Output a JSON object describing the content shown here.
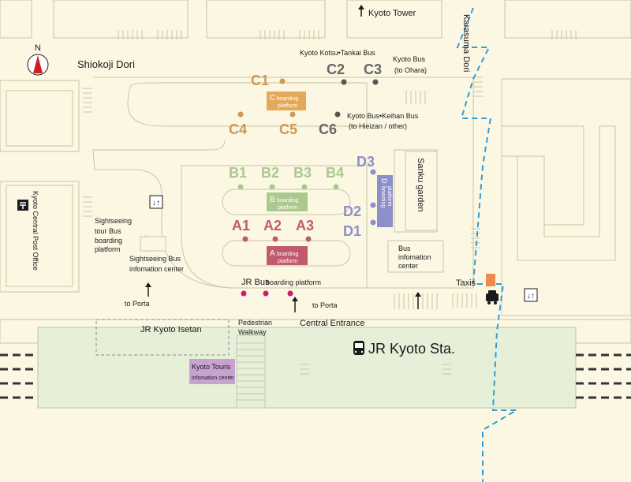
{
  "streets": {
    "shiokoji": "Shiokoji Dori",
    "karasuma": "Karasuma Dori"
  },
  "landmarks": {
    "kyoto_tower": "Kyoto Tower",
    "post_office": "Kyoto Central Post Office",
    "sanku_garden": "Sanku garden",
    "jr_kyoto_isetan": "JR Kyoto Isetan",
    "jr_kyoto_sta": "JR Kyoto Sta.",
    "central_entrance": "Central Entrance",
    "pedestrian_1": "Pedestrian",
    "pedestrian_2": "Walkway",
    "taxis": "Taxis",
    "to_porta_left": "to Porta",
    "to_porta_right": "to Porta"
  },
  "compass": {
    "label": "N"
  },
  "bus_notes": {
    "kotsu_tankai": "Kyoto Kotsu•Tankai Bus",
    "kyoto_bus_1": "Kyoto Bus",
    "to_ohara": "(to Ohara)",
    "kyoto_keihan": "Kyoto Bus•Keihan Bus",
    "to_hieizan": "(to Hieizan / other)",
    "sightseeing_1": "Sightseeing",
    "sightseeing_2": "tour Bus",
    "sightseeing_3": "boarding",
    "sightseeing_4": "platform",
    "sightseeing_info_1": "Sightseeing Bus",
    "sightseeing_info_2": "infomation center",
    "bus_info_1": "Bus",
    "bus_info_2": "infomation",
    "bus_info_3": "center",
    "jr_bus_main": "JR Bus",
    "jr_bus_sub": "boarding platform",
    "kyoto_touris_1": "Kyoto Touris",
    "kyoto_touris_2": "infomation center"
  },
  "stops": {
    "C1": "C1",
    "C2": "C2",
    "C3": "C3",
    "C4": "C4",
    "C5": "C5",
    "C6": "C6",
    "B1": "B1",
    "B2": "B2",
    "B3": "B3",
    "B4": "B4",
    "A1": "A1",
    "A2": "A2",
    "A3": "A3",
    "D1": "D1",
    "D2": "D2",
    "D3": "D3"
  },
  "platforms": {
    "a": {
      "letter": "A",
      "line1": "boarding",
      "line2": "platform"
    },
    "b": {
      "letter": "B",
      "line1": "boarding",
      "line2": "platform"
    },
    "c": {
      "letter": "C",
      "line1": "boarding",
      "line2": "platform"
    },
    "d": {
      "letter": "D",
      "line1": "boarding",
      "line2": "platform"
    }
  },
  "colors": {
    "road_area": "#fbf7e3",
    "road_outline": "#c9c5a6",
    "station": "#e6f0d9",
    "platform_a": "#c05b6e",
    "platform_b": "#a9c98f",
    "platform_c": "#e3a95a",
    "platform_d": "#8d8fc8",
    "stop_c_orange": "#cc9a53",
    "stop_c_gray": "#666666",
    "jr_bus_dot": "#d0186f",
    "subway_line": "#2f9ed6",
    "kyoto_touris": "#c8a2d0",
    "taxi_stand": "#f08a4c"
  },
  "icons": [
    "compass-icon",
    "train-icon",
    "taxi-icon",
    "post-office-icon",
    "arrow-up-icon",
    "elevator-icon"
  ]
}
